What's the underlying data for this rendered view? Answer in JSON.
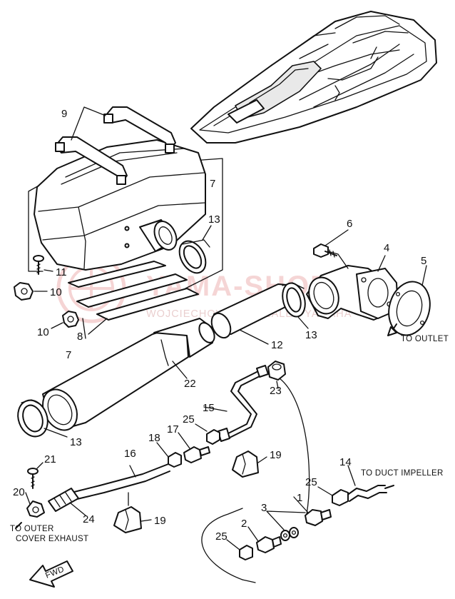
{
  "callouts": [
    {
      "id": "c1",
      "label": "1"
    },
    {
      "id": "c2",
      "label": "2"
    },
    {
      "id": "c3",
      "label": "3"
    },
    {
      "id": "c4",
      "label": "4"
    },
    {
      "id": "c5",
      "label": "5"
    },
    {
      "id": "c6",
      "label": "6"
    },
    {
      "id": "c7a",
      "label": "7"
    },
    {
      "id": "c7b",
      "label": "7"
    },
    {
      "id": "c8",
      "label": "8"
    },
    {
      "id": "c9",
      "label": "9"
    },
    {
      "id": "c10a",
      "label": "10"
    },
    {
      "id": "c10b",
      "label": "10"
    },
    {
      "id": "c11",
      "label": "11"
    },
    {
      "id": "c12",
      "label": "12"
    },
    {
      "id": "c13a",
      "label": "13"
    },
    {
      "id": "c13b",
      "label": "13"
    },
    {
      "id": "c13c",
      "label": "13"
    },
    {
      "id": "c14",
      "label": "14"
    },
    {
      "id": "c15",
      "label": "15"
    },
    {
      "id": "c16",
      "label": "16"
    },
    {
      "id": "c17",
      "label": "17"
    },
    {
      "id": "c18",
      "label": "18"
    },
    {
      "id": "c19a",
      "label": "19"
    },
    {
      "id": "c19b",
      "label": "19"
    },
    {
      "id": "c20",
      "label": "20"
    },
    {
      "id": "c21",
      "label": "21"
    },
    {
      "id": "c22",
      "label": "22"
    },
    {
      "id": "c23",
      "label": "23"
    },
    {
      "id": "c24",
      "label": "24"
    },
    {
      "id": "c25a",
      "label": "25"
    },
    {
      "id": "c25b",
      "label": "25"
    },
    {
      "id": "c25c",
      "label": "25"
    }
  ],
  "notes": {
    "to_outlet": "TO OUTLET",
    "to_duct_impeller": "TO DUCT IMPELLER",
    "to_outer_line1": "TO OUTER",
    "to_outer_line2": "COVER EXHAUST",
    "fwd": "FWD"
  },
  "watermark": {
    "brand": "YAMA-SHOP.PL",
    "dealer": "WOJCIECHOWICZ | DEALER YAMAHA"
  },
  "colors": {
    "line": "#111111",
    "watermark": "#f2c8c8"
  }
}
